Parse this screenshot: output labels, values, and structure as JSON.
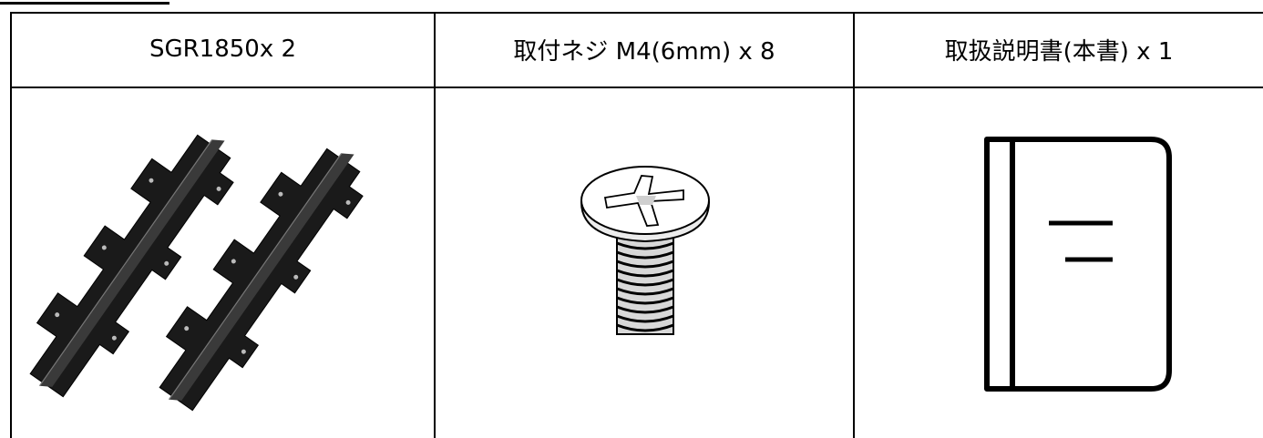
{
  "items": [
    {
      "label": "SGR1850x 2",
      "icon": "mounting-bracket-pair"
    },
    {
      "label": "取付ネジ M4(6mm) x 8",
      "icon": "phillips-screw"
    },
    {
      "label": "取扱説明書(本書) x 1",
      "icon": "manual-book"
    }
  ]
}
